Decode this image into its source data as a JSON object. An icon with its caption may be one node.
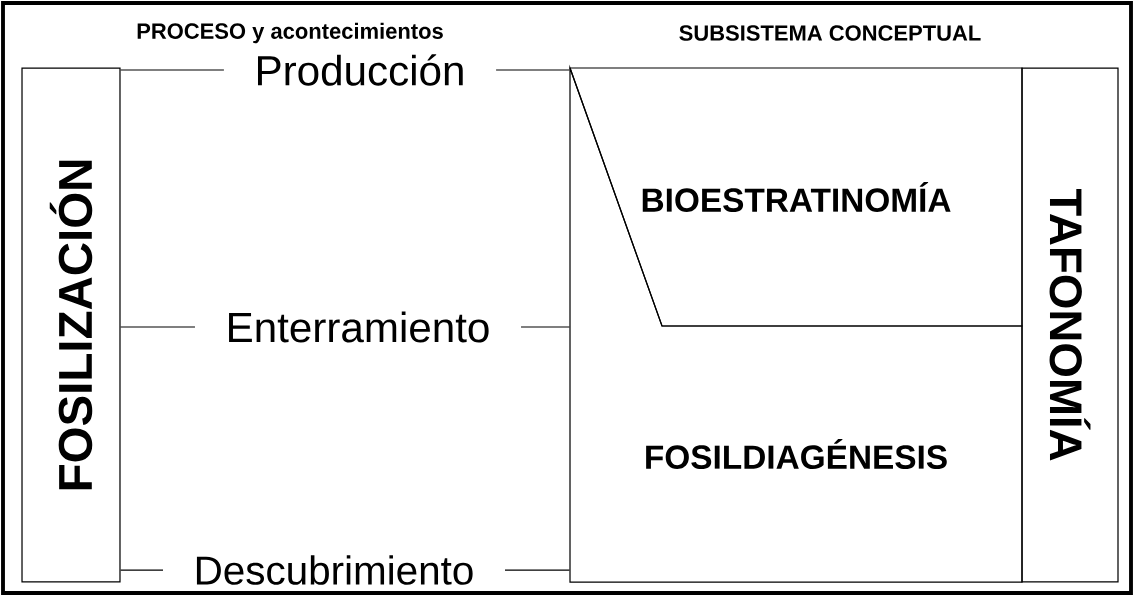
{
  "diagram": {
    "nodes": [
      {
        "text": [
          "FOSILIZACIÓN"
        ]
      },
      {
        "text": [
          "Producción"
        ]
      },
      {
        "text": [
          "Enterramiento"
        ]
      },
      {
        "text": [
          "Descubrimiento"
        ]
      },
      {
        "text": [
          "BIOESTRATINOMÍA"
        ]
      },
      {
        "text": [
          "FOSILDIAGÉNESIS"
        ]
      },
      {
        "text": [
          "TAFONOMÍA"
        ]
      }
    ],
    "edges": [
      {
        "from": 0,
        "to": 1,
        "arrow": "none"
      },
      {
        "from": 0,
        "to": 2,
        "arrow": "none"
      },
      {
        "from": 0,
        "to": 3,
        "arrow": "none"
      },
      {
        "from": 1,
        "to": 4,
        "arrow": "none"
      },
      {
        "from": 2,
        "to": 5,
        "arrow": "none"
      },
      {
        "from": 3,
        "to": 5,
        "arrow": "none"
      }
    ],
    "labels": [
      "PROCESO y acontecimientos",
      "SUBSISTEMA CONCEPTUAL"
    ]
  }
}
